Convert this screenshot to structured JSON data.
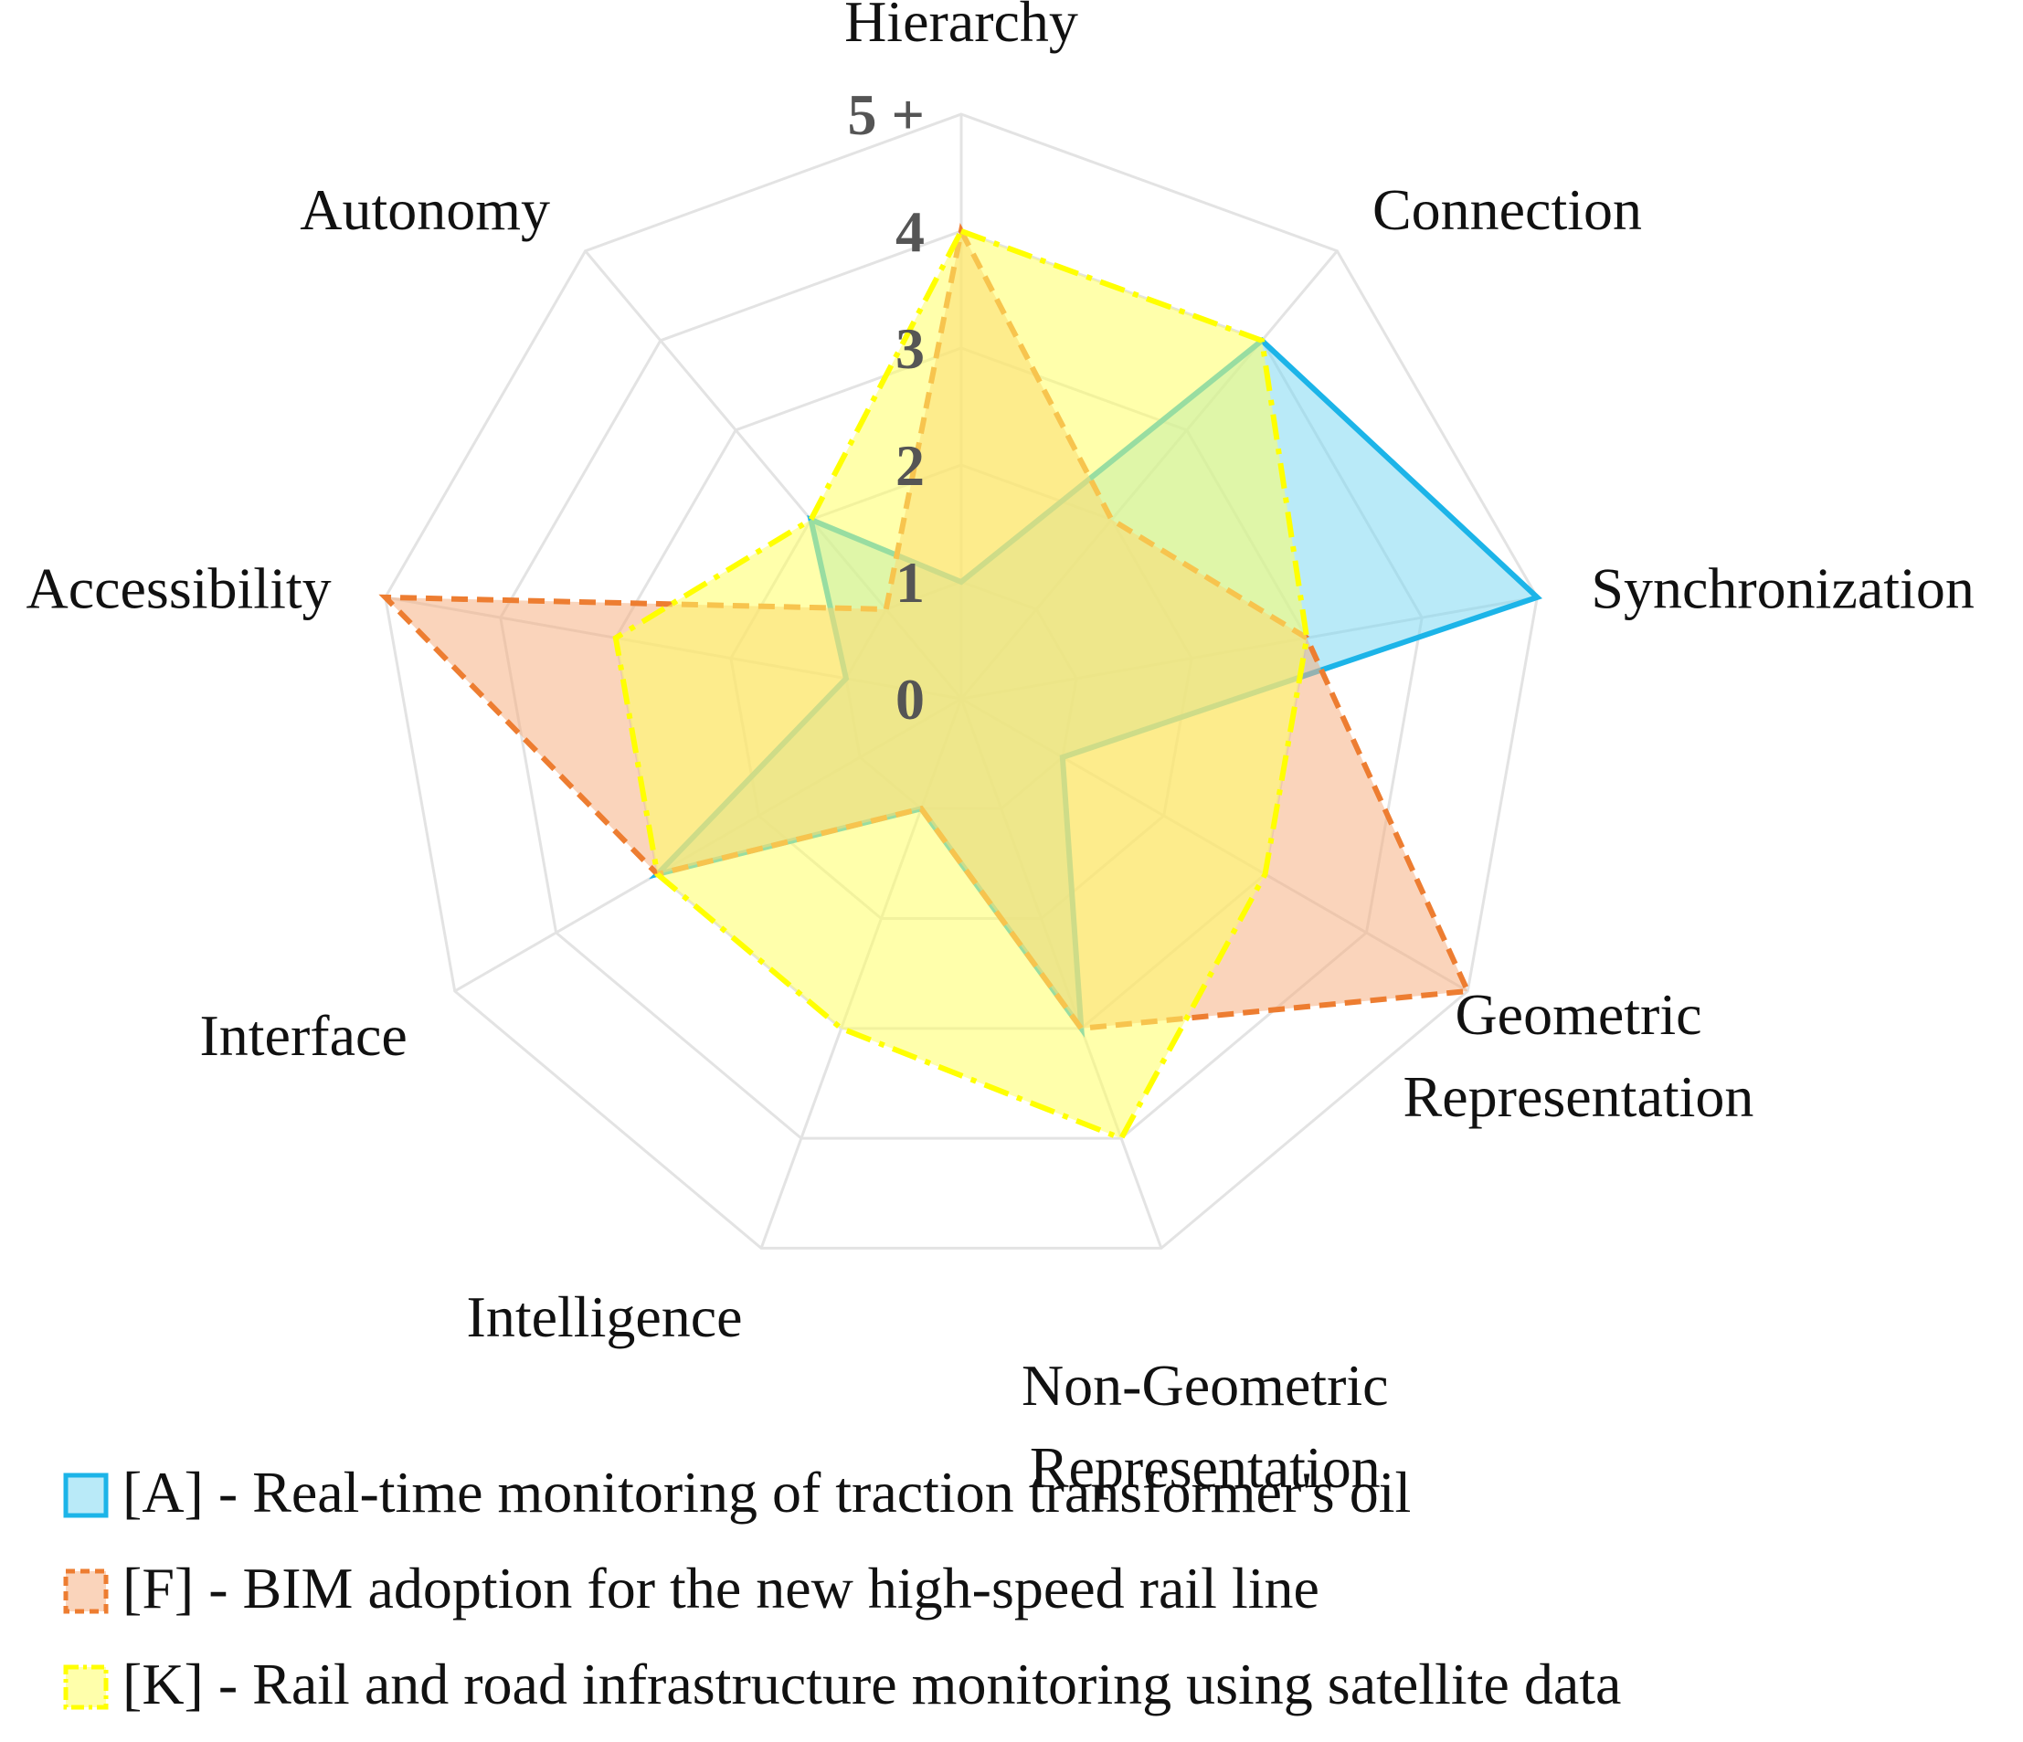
{
  "chart_data": {
    "type": "radar",
    "axes": [
      "Hierarchy",
      "Connection",
      "Synchronization",
      "Geometric Representation",
      "Non-Geometric Representation",
      "Intelligence",
      "Interface",
      "Accessibility",
      "Autonomy"
    ],
    "axis_label_lines": [
      [
        "Hierarchy"
      ],
      [
        "Connection"
      ],
      [
        "Synchronization"
      ],
      [
        "Geometric",
        "Representation"
      ],
      [
        "Non-Geometric",
        "Representation"
      ],
      [
        "Intelligence"
      ],
      [
        "Interface"
      ],
      [
        "Accessibility"
      ],
      [
        "Autonomy"
      ]
    ],
    "tick_labels": [
      "0",
      "1",
      "2",
      "3",
      "4",
      "5 +"
    ],
    "rlim": [
      0,
      5
    ],
    "grid": true,
    "legend_position": "bottom",
    "series": [
      {
        "name": "[A] - Real-time monitoring of traction transformer's oil",
        "values": [
          1,
          4,
          5,
          1,
          3,
          1,
          3,
          1,
          2
        ],
        "stroke": "#1CB4E8",
        "fill": "#7FD8F2",
        "style": "solid"
      },
      {
        "name": "[F] - BIM adoption for the new high-speed rail line",
        "values": [
          4,
          2,
          3,
          5,
          3,
          1,
          3,
          5,
          1
        ],
        "stroke": "#ED7D31",
        "fill": "#F5B183",
        "style": "dashed"
      },
      {
        "name": "[K] - Rail and road infrastructure monitoring using satellite data",
        "values": [
          4,
          4,
          3,
          3,
          4,
          3,
          3,
          3,
          2
        ],
        "stroke": "#FFFF00",
        "fill": "#FFFF66",
        "style": "dashdot"
      }
    ]
  }
}
